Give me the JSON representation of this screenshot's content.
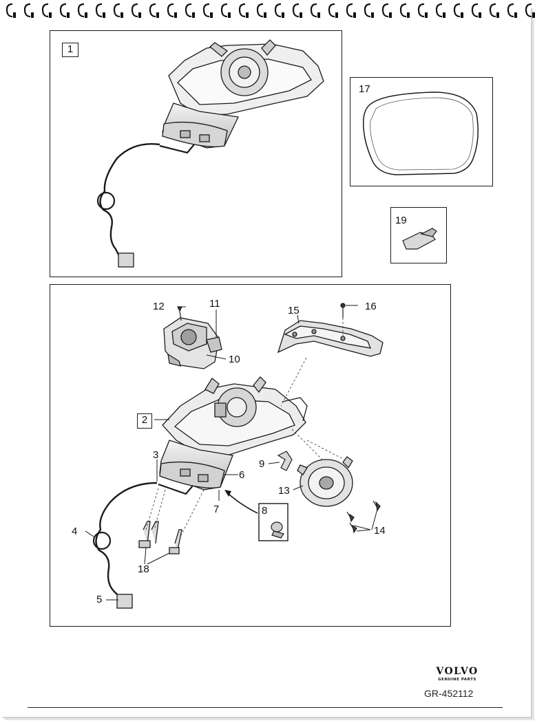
{
  "panel_top": {
    "ref_label": "1"
  },
  "panel_glass": {
    "ref_label": "17"
  },
  "panel_clip": {
    "ref_label": "19"
  },
  "panel_main": {
    "boxed_labels": {
      "mirror_housing": "2",
      "screw_box": "8"
    },
    "callouts": {
      "c3": "3",
      "c4": "4",
      "c5": "5",
      "c6": "6",
      "c7": "7",
      "c9": "9",
      "c10": "10",
      "c11": "11",
      "c12": "12",
      "c13": "13",
      "c14": "14",
      "c15": "15",
      "c16": "16",
      "c18": "18"
    }
  },
  "footer": {
    "logo_text": "VOLVO",
    "logo_subtext": "GENUINE PARTS",
    "diagram_id": "GR-452112"
  },
  "colors": {
    "line": "#1a1a1a",
    "part_fill": "#e8e8e8",
    "part_shade": "#bdbdbd"
  }
}
